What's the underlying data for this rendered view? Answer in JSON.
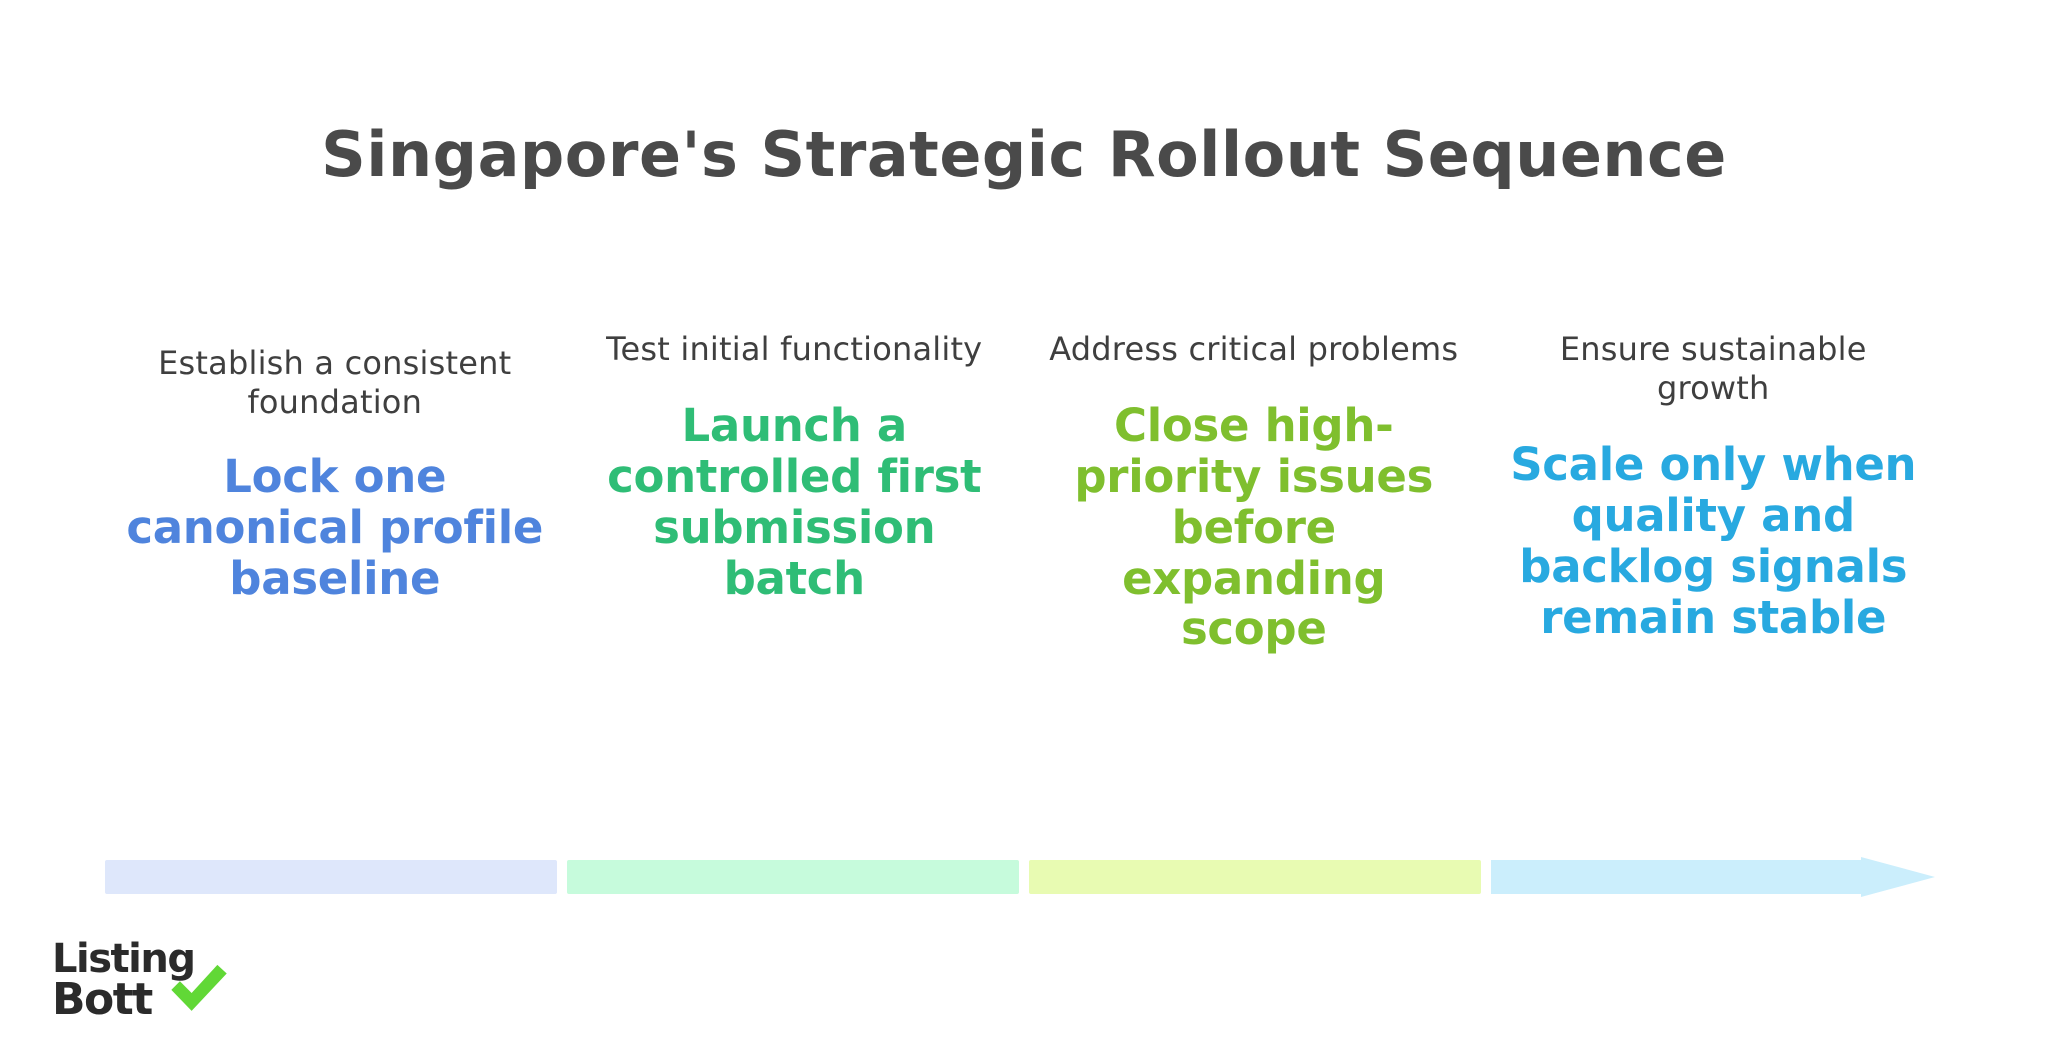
{
  "title": "Singapore's Strategic Rollout Sequence",
  "stages": [
    {
      "heading": "Establish a consistent foundation",
      "statement": "Lock one canonical profile baseline",
      "text_color": "#4f84dd",
      "bar_color": "#dee7fb"
    },
    {
      "heading": "Test initial functionality",
      "statement": "Launch a controlled first submission batch",
      "text_color": "#2fbd76",
      "bar_color": "#c6fbdc"
    },
    {
      "heading": "Address critical problems",
      "statement": "Close high-priority issues before expanding scope",
      "text_color": "#7fbf2e",
      "bar_color": "#e8fbb2"
    },
    {
      "heading": "Ensure sustainable growth",
      "statement": "Scale only when quality and backlog signals remain stable",
      "text_color": "#28a9e0",
      "bar_color": "#cbeefc"
    }
  ],
  "title_color": "#4a4a4a",
  "heading_color": "#3f3f3f",
  "logo": {
    "line1": "Listing",
    "line2": "Bott",
    "check_icon": "check-mark",
    "check_color": "#61d836",
    "word_color": "#2b2b2b"
  }
}
